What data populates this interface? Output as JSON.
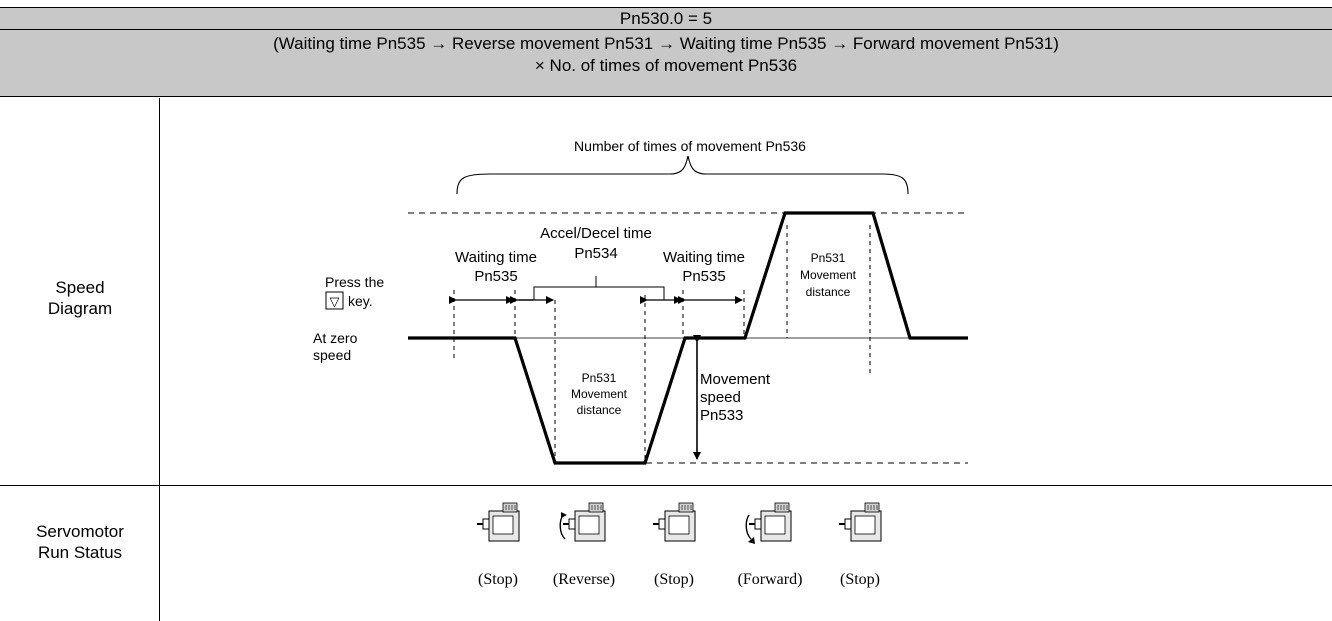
{
  "header": {
    "mode": "Pn530.0 = 5",
    "sequence_line1": "(Waiting time Pn535 → Reverse movement Pn531 → Waiting time Pn535 → Forward movement Pn531)",
    "sequence_line2": "× No. of times of movement Pn536"
  },
  "rows": {
    "speed_diagram_label_1": "Speed",
    "speed_diagram_label_2": "Diagram",
    "run_status_label_1": "Servomotor",
    "run_status_label_2": "Run Status"
  },
  "diagram": {
    "number_of_times": "Number of times of movement Pn536",
    "accel_decel_1": "Accel/Decel time",
    "accel_decel_2": "Pn534",
    "waiting_left_1": "Waiting time",
    "waiting_left_2": "Pn535",
    "waiting_right_1": "Waiting time",
    "waiting_right_2": "Pn535",
    "press_the": "Press the",
    "key_symbol": "▽",
    "key": "key.",
    "at_zero_1": "At zero",
    "at_zero_2": "speed",
    "reverse_pn_1": "Pn531",
    "reverse_pn_2": "Movement",
    "reverse_pn_3": "distance",
    "forward_pn_1": "Pn531",
    "forward_pn_2": "Movement",
    "forward_pn_3": "distance",
    "movement_speed_1": "Movement",
    "movement_speed_2": "speed",
    "movement_speed_3": "Pn533"
  },
  "motors": [
    {
      "label": "(Stop)",
      "rotation": "none"
    },
    {
      "label": "(Reverse)",
      "rotation": "reverse"
    },
    {
      "label": "(Stop)",
      "rotation": "none"
    },
    {
      "label": "(Forward)",
      "rotation": "forward"
    },
    {
      "label": "(Stop)",
      "rotation": "none"
    }
  ],
  "colors": {
    "header_bg": "#c8c8c8",
    "line": "#000000"
  }
}
